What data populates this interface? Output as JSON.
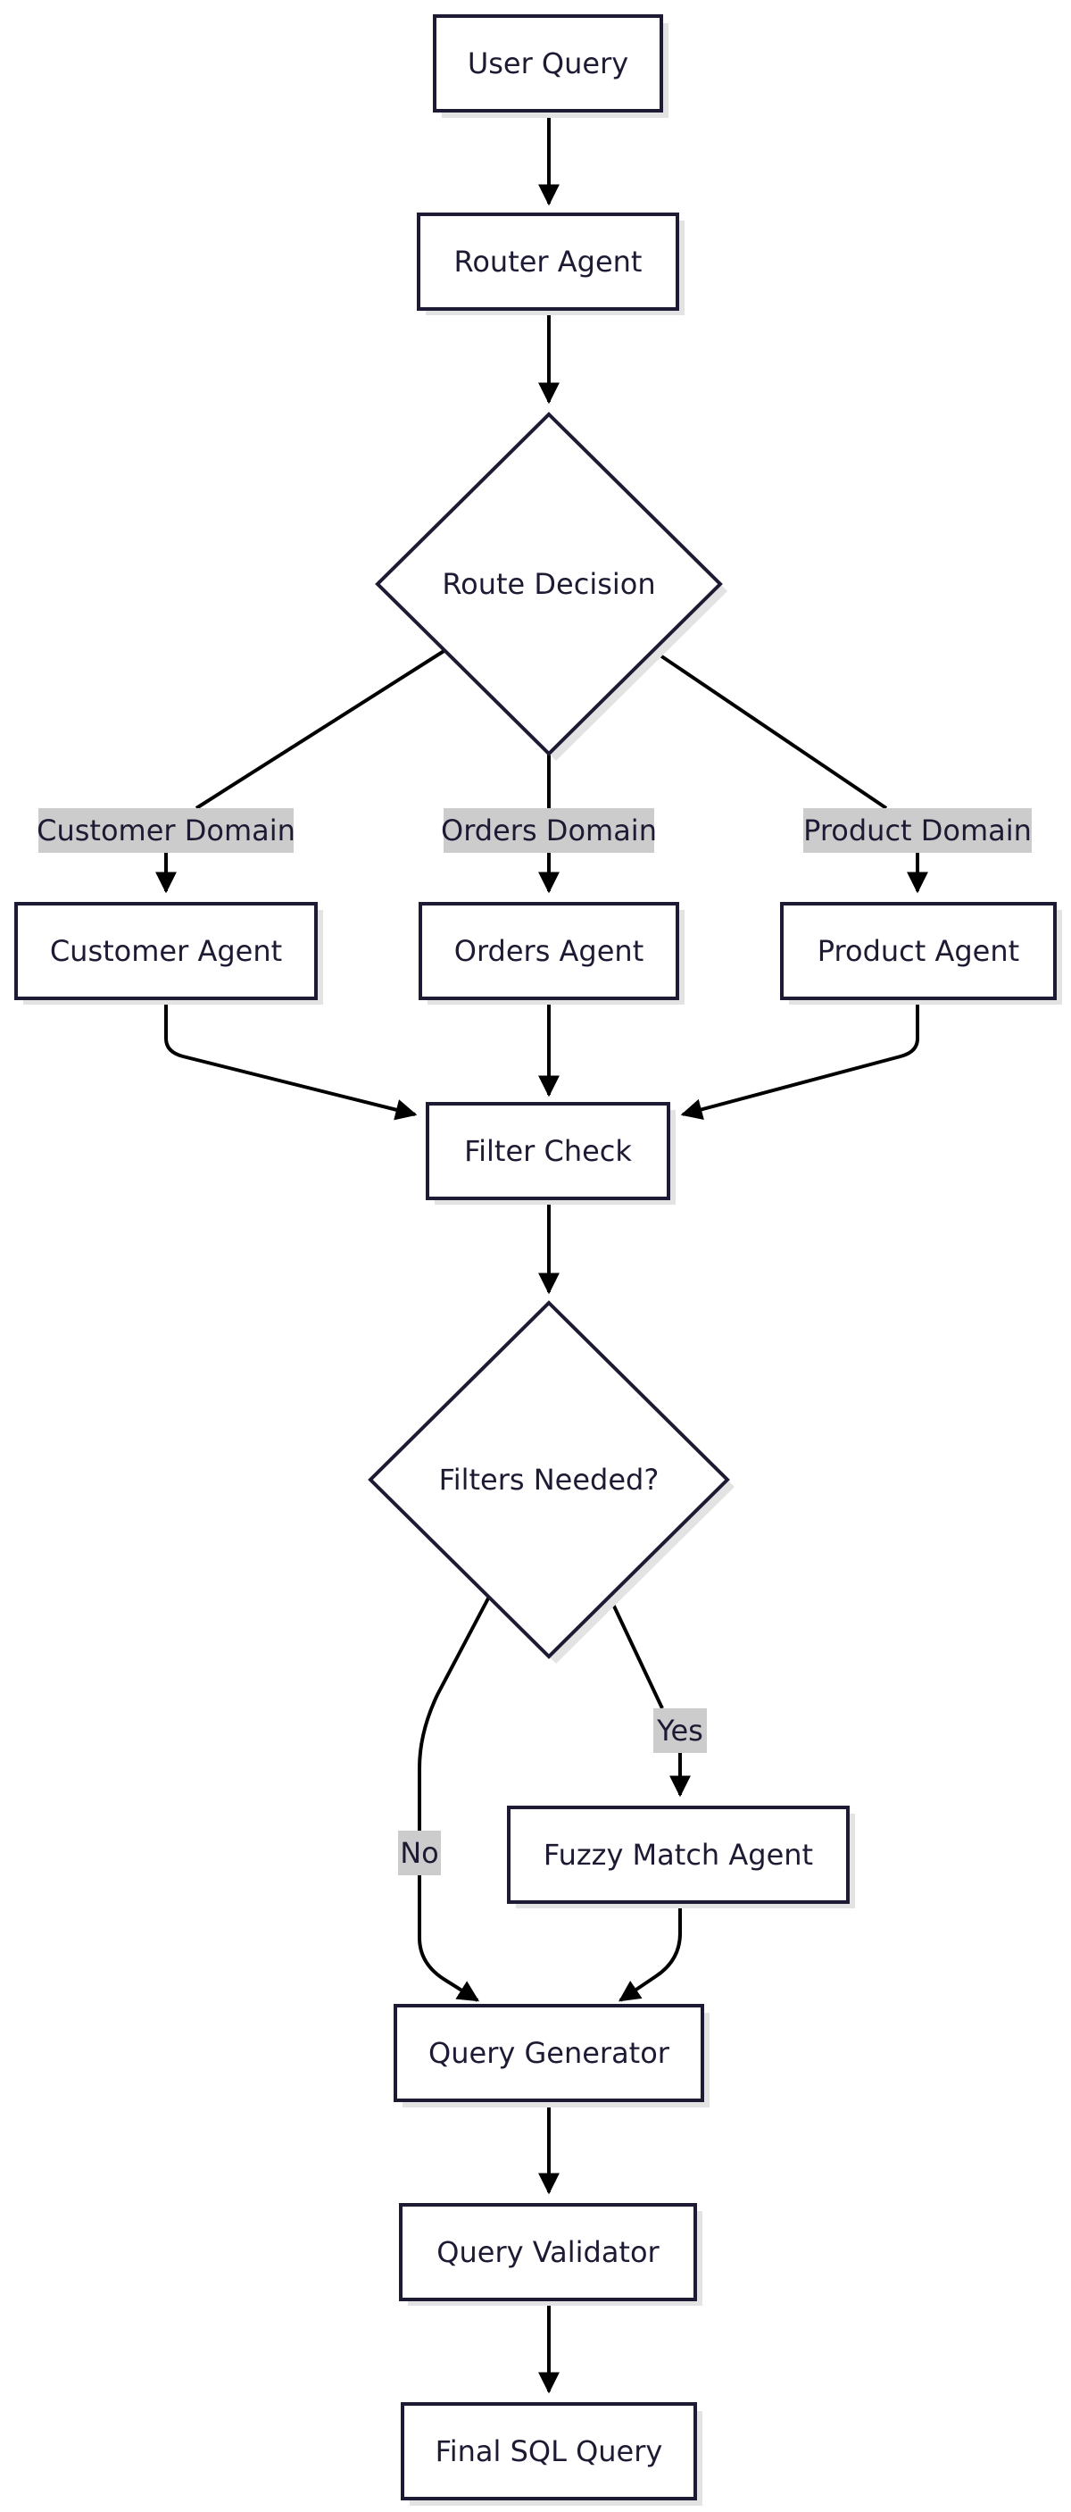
{
  "diagram": {
    "nodes": {
      "user_query": "User Query",
      "router_agent": "Router Agent",
      "route_decision": "Route Decision",
      "customer_agent": "Customer Agent",
      "orders_agent": "Orders Agent",
      "product_agent": "Product Agent",
      "filter_check": "Filter Check",
      "filters_needed": "Filters Needed?",
      "fuzzy_match_agent": "Fuzzy Match Agent",
      "query_generator": "Query Generator",
      "query_validator": "Query Validator",
      "final_sql_query": "Final SQL Query"
    },
    "edge_labels": {
      "customer_domain": "Customer Domain",
      "orders_domain": "Orders Domain",
      "product_domain": "Product Domain",
      "yes": "Yes",
      "no": "No"
    },
    "colors": {
      "node_stroke": "#1d1b33",
      "node_fill": "#ffffff",
      "edge": "#000000",
      "label_bg": "#cccccc",
      "shadow": "#e3e3e3"
    }
  }
}
